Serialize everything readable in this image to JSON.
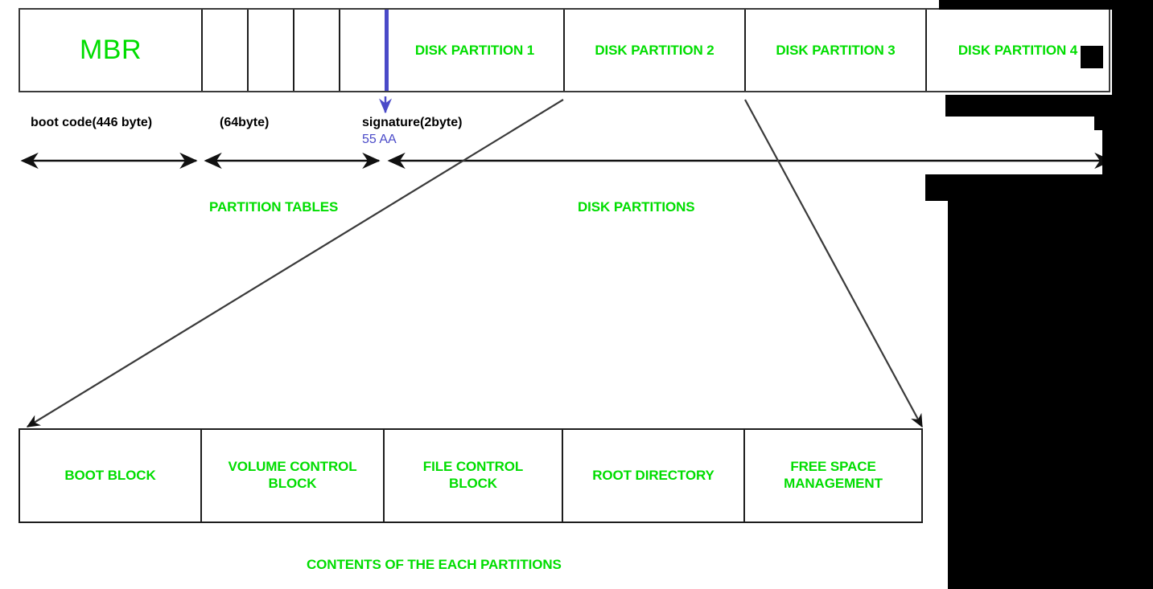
{
  "diagram": {
    "title": "MBR disk layout and partition contents",
    "colors": {
      "label_green": "#00dd00",
      "signature_blue": "#4a4ac8",
      "line_black": "#1d1d1d",
      "occlusion_black": "#000000",
      "background": "#ffffff"
    }
  },
  "top_strip": {
    "mbr_label": "MBR",
    "table_entries": [
      "",
      "",
      "",
      ""
    ],
    "partitions": [
      "DISK PARTITION 1",
      "DISK PARTITION 2",
      "DISK PARTITION 3",
      "DISK PARTITION 4"
    ]
  },
  "callouts": {
    "boot_code": "boot code(446 byte)",
    "table_size": "(64byte)",
    "signature": "signature(2byte)",
    "signature_value": "55 AA"
  },
  "sections": {
    "partition_tables": "PARTITION TABLES",
    "disk_partitions": "DISK PARTITIONS",
    "contents_caption": "CONTENTS OF THE EACH PARTITIONS"
  },
  "contents_table": {
    "cells": [
      {
        "line1": "BOOT BLOCK",
        "line2": ""
      },
      {
        "line1": "VOLUME CONTROL",
        "line2": "BLOCK"
      },
      {
        "line1": "FILE CONTROL",
        "line2": "BLOCK"
      },
      {
        "line1": "ROOT DIRECTORY",
        "line2": ""
      },
      {
        "line1": "FREE SPACE",
        "line2": "MANAGEMENT"
      }
    ]
  }
}
